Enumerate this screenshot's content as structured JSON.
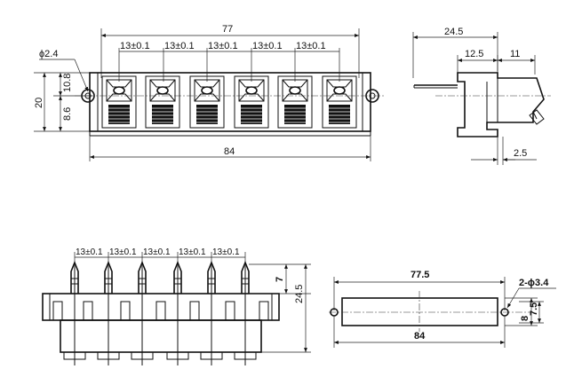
{
  "front_view": {
    "overall_top": "77",
    "pitches": [
      "13±0.1",
      "13±0.1",
      "13±0.1",
      "13±0.1",
      "13±0.1"
    ],
    "hole_dia": "ϕ2.4",
    "height_total": "20",
    "height_upper": "10.8",
    "height_lower": "8.6",
    "overall_bottom": "84"
  },
  "side_view": {
    "depth": "24.5",
    "inner": "12.5",
    "front": "11",
    "foot": "2.5"
  },
  "bottom_view": {
    "pitches": [
      "13±0.1",
      "13±0.1",
      "13±0.1",
      "13±0.1",
      "13±0.1"
    ],
    "pin_len": "7",
    "height": "24.5"
  },
  "top_view": {
    "hole_span": "77.5",
    "holes": "2-ϕ3.4",
    "width": "7.5",
    "width_total": "8",
    "overall": "84"
  }
}
